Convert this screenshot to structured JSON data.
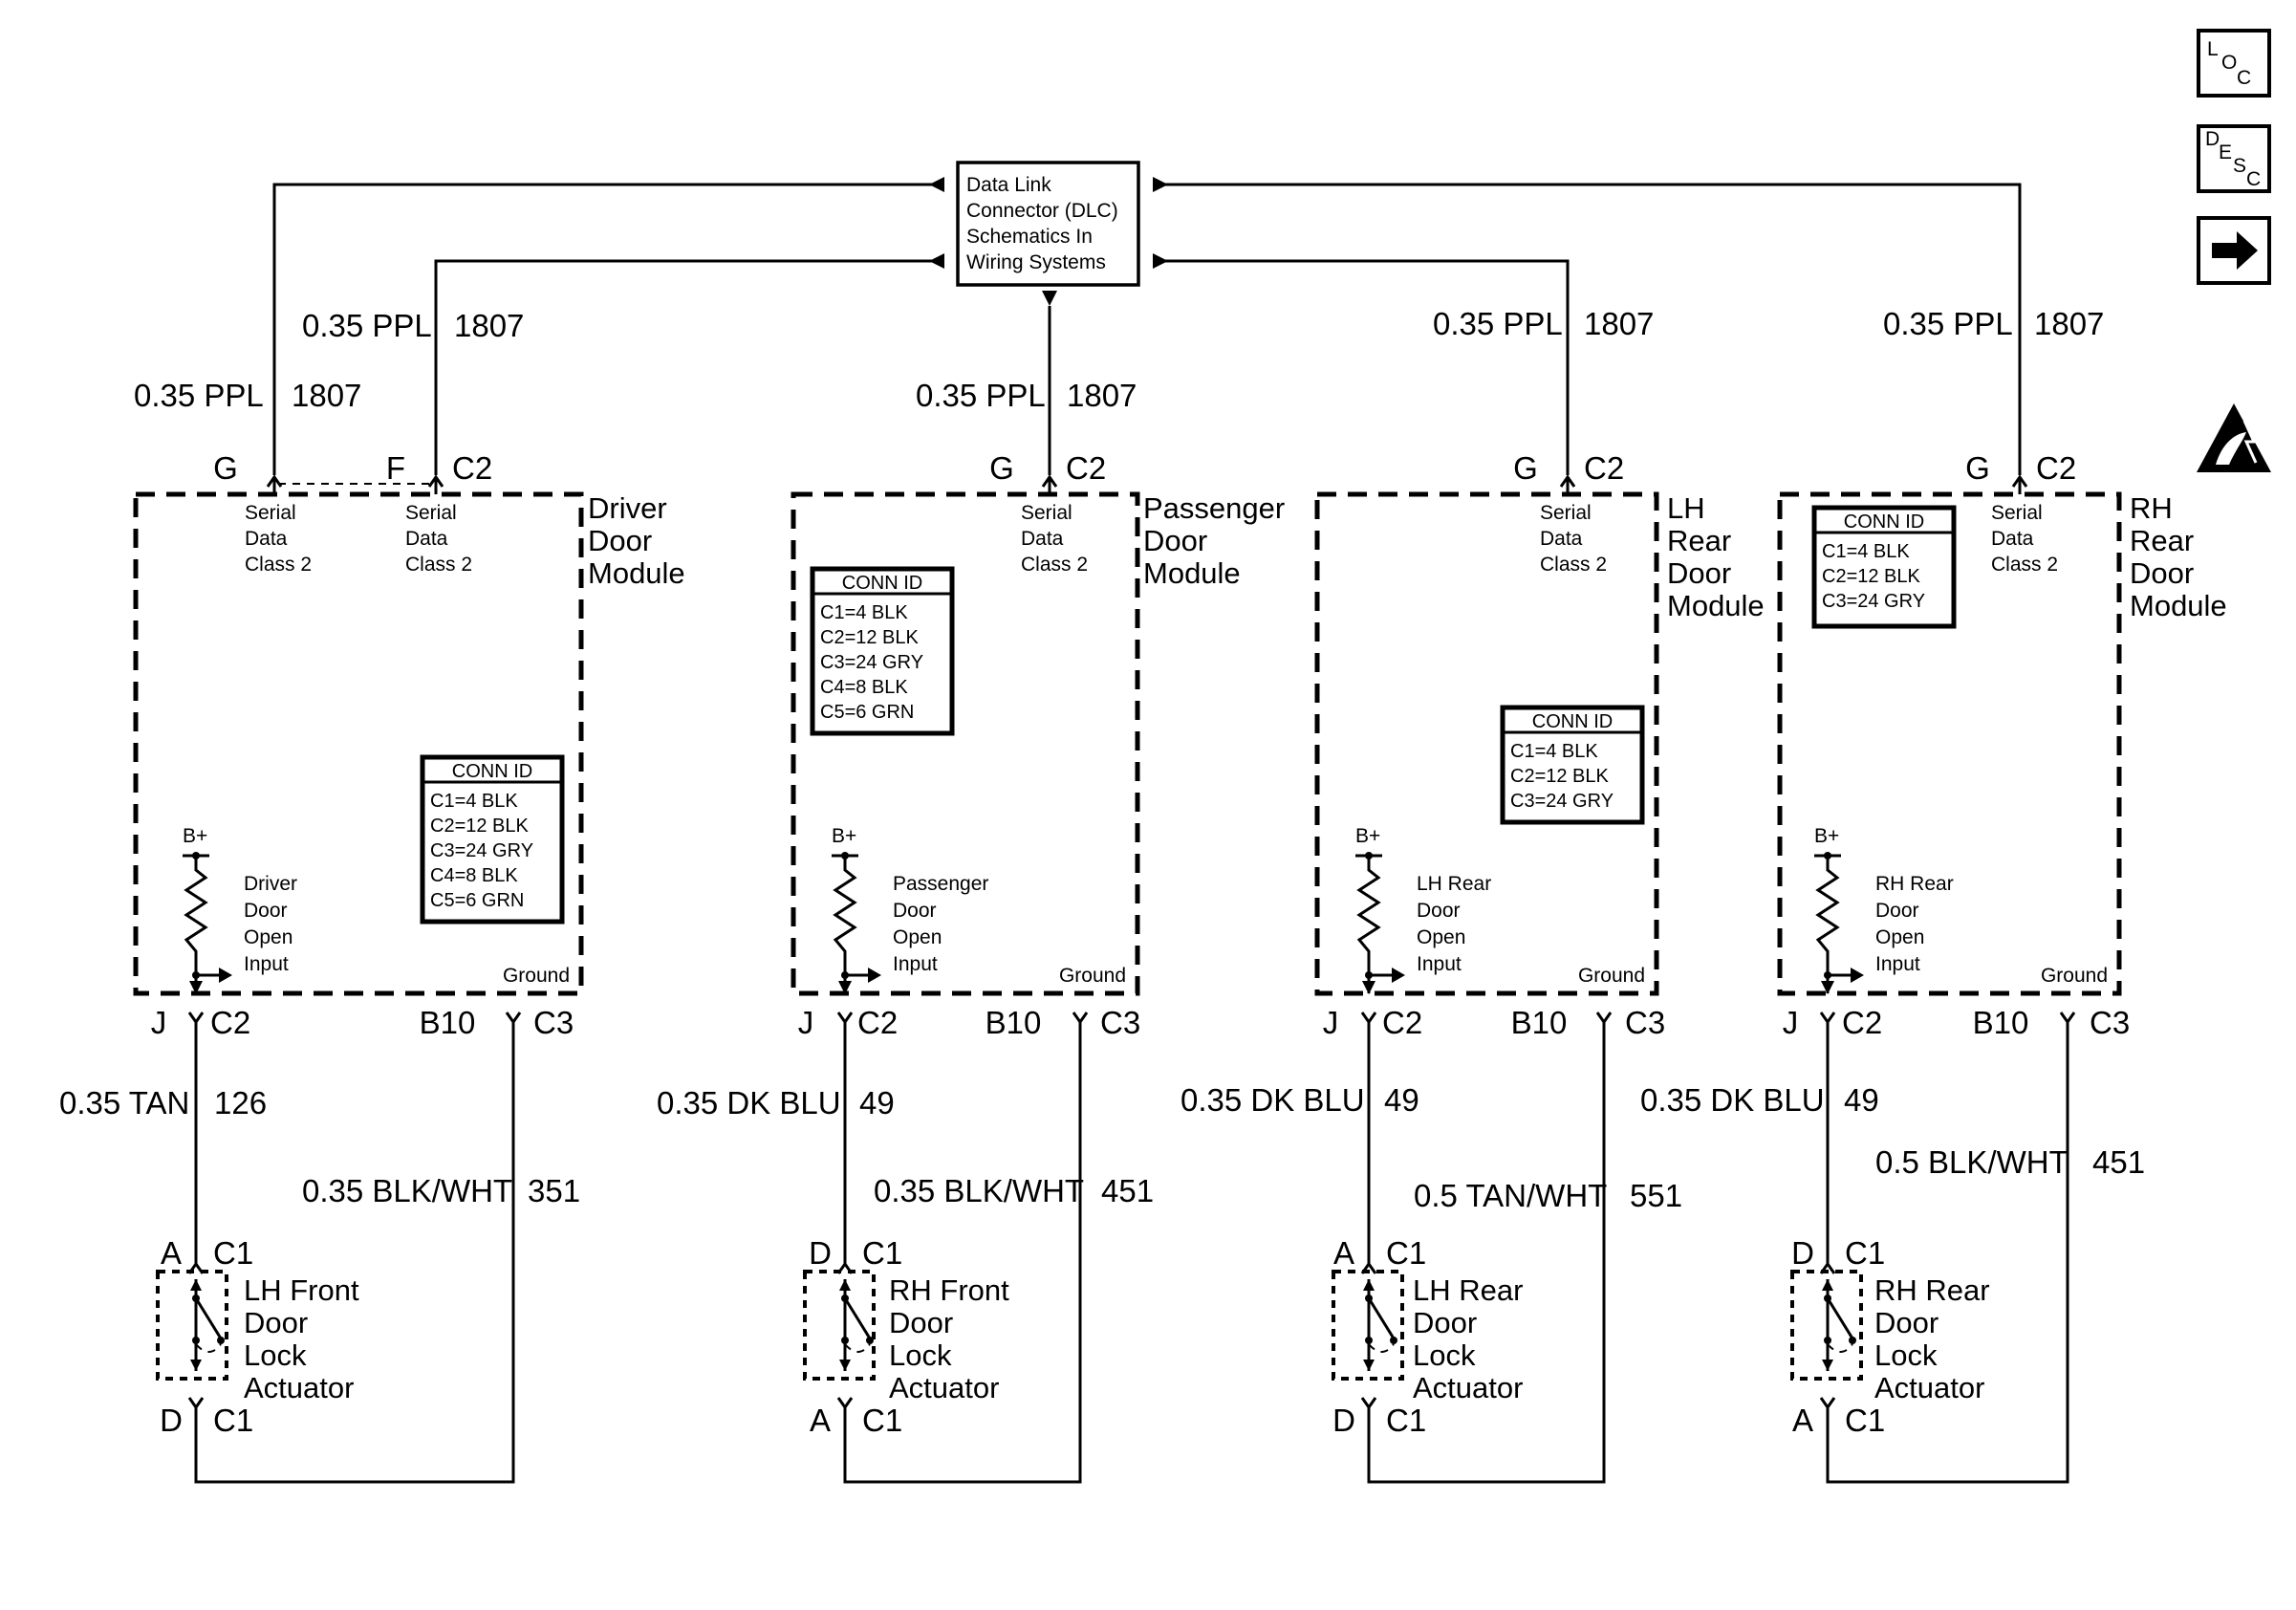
{
  "dlc": {
    "lines": [
      "Data Link",
      "Connector (DLC)",
      "Schematics In",
      "Wiring Systems"
    ]
  },
  "nav": {
    "loc": [
      "L",
      "O",
      "C"
    ],
    "desc": [
      "D",
      "E",
      "S",
      "C"
    ]
  },
  "icons": {
    "esd": "esd-sensitive-icon",
    "next": "right-arrow-icon"
  },
  "modules": [
    {
      "name": [
        "Driver",
        "Door",
        "Module"
      ],
      "serial_data": [
        [
          "Serial",
          "Data",
          "Class 2"
        ],
        [
          "Serial",
          "Data",
          "Class 2"
        ]
      ],
      "serial_pins": [
        {
          "pin": "G",
          "conn": ""
        },
        {
          "pin": "F",
          "conn": "C2"
        }
      ],
      "serial_wires": [
        {
          "gauge": "0.35 PPL",
          "circuit": "1807"
        },
        {
          "gauge": "0.35 PPL",
          "circuit": "1807"
        }
      ],
      "conn_id": {
        "title": "CONN ID",
        "rows": [
          "C1=4 BLK",
          "C2=12 BLK",
          "C3=24 GRY",
          "C4=8 BLK",
          "C5=6 GRN"
        ]
      },
      "bplus": "B+",
      "input_label": [
        "Driver",
        "Door",
        "Open",
        "Input"
      ],
      "ground_label": "Ground",
      "input_pin": {
        "pin": "J",
        "conn": "C2"
      },
      "ground_pin": {
        "pin": "B10",
        "conn": "C3"
      },
      "input_wire": {
        "gauge": "0.35 TAN",
        "circuit": "126"
      },
      "ground_wire": {
        "gauge": "0.35 BLK/WHT",
        "circuit": "351"
      },
      "actuator": {
        "top_pin": {
          "pin": "A",
          "conn": "C1"
        },
        "bottom_pin": {
          "pin": "D",
          "conn": "C1"
        },
        "name": [
          "LH Front",
          "Door",
          "Lock",
          "Actuator"
        ]
      }
    },
    {
      "name": [
        "Passenger",
        "Door",
        "Module"
      ],
      "serial_data": [
        [
          "Serial",
          "Data",
          "Class 2"
        ]
      ],
      "serial_pins": [
        {
          "pin": "G",
          "conn": "C2"
        }
      ],
      "serial_wires": [
        {
          "gauge": "0.35 PPL",
          "circuit": "1807"
        }
      ],
      "conn_id": {
        "title": "CONN ID",
        "rows": [
          "C1=4 BLK",
          "C2=12 BLK",
          "C3=24 GRY",
          "C4=8 BLK",
          "C5=6 GRN"
        ]
      },
      "bplus": "B+",
      "input_label": [
        "Passenger",
        "Door",
        "Open",
        "Input"
      ],
      "ground_label": "Ground",
      "input_pin": {
        "pin": "J",
        "conn": "C2"
      },
      "ground_pin": {
        "pin": "B10",
        "conn": "C3"
      },
      "input_wire": {
        "gauge": "0.35 DK BLU",
        "circuit": "49"
      },
      "ground_wire": {
        "gauge": "0.35 BLK/WHT",
        "circuit": "451"
      },
      "actuator": {
        "top_pin": {
          "pin": "D",
          "conn": "C1"
        },
        "bottom_pin": {
          "pin": "A",
          "conn": "C1"
        },
        "name": [
          "RH Front",
          "Door",
          "Lock",
          "Actuator"
        ]
      }
    },
    {
      "name": [
        "LH",
        "Rear",
        "Door",
        "Module"
      ],
      "serial_data": [
        [
          "Serial",
          "Data",
          "Class 2"
        ]
      ],
      "serial_pins": [
        {
          "pin": "G",
          "conn": "C2"
        }
      ],
      "serial_wires": [
        {
          "gauge": "0.35 PPL",
          "circuit": "1807"
        }
      ],
      "conn_id": {
        "title": "CONN ID",
        "rows": [
          "C1=4 BLK",
          "C2=12 BLK",
          "C3=24 GRY"
        ]
      },
      "bplus": "B+",
      "input_label": [
        "LH Rear",
        "Door",
        "Open",
        "Input"
      ],
      "ground_label": "Ground",
      "input_pin": {
        "pin": "J",
        "conn": "C2"
      },
      "ground_pin": {
        "pin": "B10",
        "conn": "C3"
      },
      "input_wire": {
        "gauge": "0.35 DK BLU",
        "circuit": "49"
      },
      "ground_wire": {
        "gauge": "0.5 TAN/WHT",
        "circuit": "551"
      },
      "actuator": {
        "top_pin": {
          "pin": "A",
          "conn": "C1"
        },
        "bottom_pin": {
          "pin": "D",
          "conn": "C1"
        },
        "name": [
          "LH Rear",
          "Door",
          "Lock",
          "Actuator"
        ]
      }
    },
    {
      "name": [
        "RH",
        "Rear",
        "Door",
        "Module"
      ],
      "serial_data": [
        [
          "Serial",
          "Data",
          "Class 2"
        ]
      ],
      "serial_pins": [
        {
          "pin": "G",
          "conn": "C2"
        }
      ],
      "serial_wires": [
        {
          "gauge": "0.35 PPL",
          "circuit": "1807"
        }
      ],
      "conn_id": {
        "title": "CONN ID",
        "rows": [
          "C1=4 BLK",
          "C2=12 BLK",
          "C3=24 GRY"
        ]
      },
      "bplus": "B+",
      "input_label": [
        "RH Rear",
        "Door",
        "Open",
        "Input"
      ],
      "ground_label": "Ground",
      "input_pin": {
        "pin": "J",
        "conn": "C2"
      },
      "ground_pin": {
        "pin": "B10",
        "conn": "C3"
      },
      "input_wire": {
        "gauge": "0.35 DK BLU",
        "circuit": "49"
      },
      "ground_wire": {
        "gauge": "0.5 BLK/WHT",
        "circuit": "451"
      },
      "actuator": {
        "top_pin": {
          "pin": "D",
          "conn": "C1"
        },
        "bottom_pin": {
          "pin": "A",
          "conn": "C1"
        },
        "name": [
          "RH Rear",
          "Door",
          "Lock",
          "Actuator"
        ]
      }
    }
  ]
}
